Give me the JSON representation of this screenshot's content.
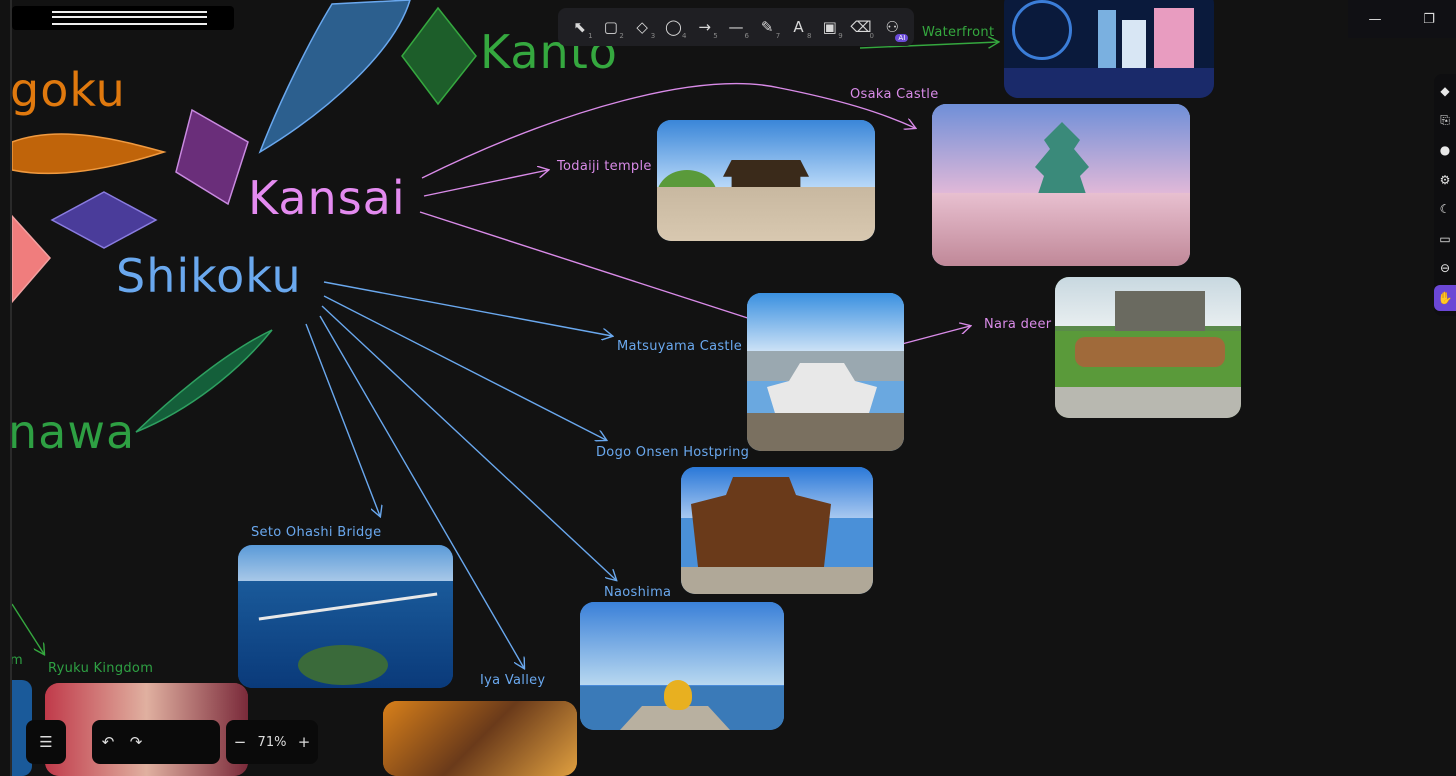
{
  "regions": {
    "kanto": "Kanto",
    "chugoku": "goku",
    "kansai": "Kansai",
    "shikoku": "Shikoku",
    "okinawa": "nawa"
  },
  "labels": {
    "waterfront": "Waterfront",
    "osaka_castle": "Osaka Castle",
    "todaiji": "Todaiji temple",
    "matsuyama": "Matsuyama Castle",
    "nara_deer": "Nara deer",
    "dogo_onsen": "Dogo Onsen Hostpring",
    "seto_bridge": "Seto Ohashi Bridge",
    "naoshima": "Naoshima",
    "iya_valley": "Iya Valley",
    "ryuku": "Ryuku Kingdom",
    "partial_m": "m"
  },
  "toolbar": {
    "tools": [
      {
        "name": "selection-tool",
        "icon": "pointer-icon",
        "glyph": "⬉",
        "key": "1"
      },
      {
        "name": "rectangle-tool",
        "icon": "rectangle-icon",
        "glyph": "▢",
        "key": "2"
      },
      {
        "name": "diamond-tool",
        "icon": "diamond-icon",
        "glyph": "◇",
        "key": "3"
      },
      {
        "name": "ellipse-tool",
        "icon": "ellipse-icon",
        "glyph": "◯",
        "key": "4"
      },
      {
        "name": "arrow-tool",
        "icon": "arrow-icon",
        "glyph": "→",
        "key": "5"
      },
      {
        "name": "line-tool",
        "icon": "line-icon",
        "glyph": "—",
        "key": "6"
      },
      {
        "name": "draw-tool",
        "icon": "pencil-icon",
        "glyph": "✎",
        "key": "7"
      },
      {
        "name": "text-tool",
        "icon": "text-icon",
        "glyph": "A",
        "key": "8"
      },
      {
        "name": "image-tool",
        "icon": "image-icon",
        "glyph": "▣",
        "key": "9"
      },
      {
        "name": "eraser-tool",
        "icon": "eraser-icon",
        "glyph": "⌫",
        "key": "0"
      },
      {
        "name": "more-tools",
        "icon": "shapes-icon",
        "glyph": "⚇",
        "key": ""
      }
    ],
    "ai_badge": "AI"
  },
  "zoom": {
    "value": "71%",
    "minus": "−",
    "plus": "+"
  },
  "history": {
    "undo": "↶",
    "redo": "↷"
  },
  "menu_glyph": "☰",
  "window": {
    "minimize": "—",
    "restore": "❐"
  },
  "side_icons": [
    {
      "name": "library-icon",
      "glyph": "◆"
    },
    {
      "name": "new-file-icon",
      "glyph": "⎘"
    },
    {
      "name": "collab-icon",
      "glyph": "●"
    },
    {
      "name": "settings-icon",
      "glyph": "⚙"
    },
    {
      "name": "theme-icon",
      "glyph": "☾"
    },
    {
      "name": "book-icon",
      "glyph": "▭"
    },
    {
      "name": "lock-icon",
      "glyph": "⊖"
    },
    {
      "name": "hand-icon",
      "glyph": "✋"
    }
  ],
  "colors": {
    "background": "#121212",
    "kansai": "#e48bf0",
    "shikoku": "#6aa8ee",
    "kanto": "#35a83f",
    "chugoku": "#e0790e",
    "okinawa": "#2ea043",
    "accent": "#6b47d6"
  }
}
